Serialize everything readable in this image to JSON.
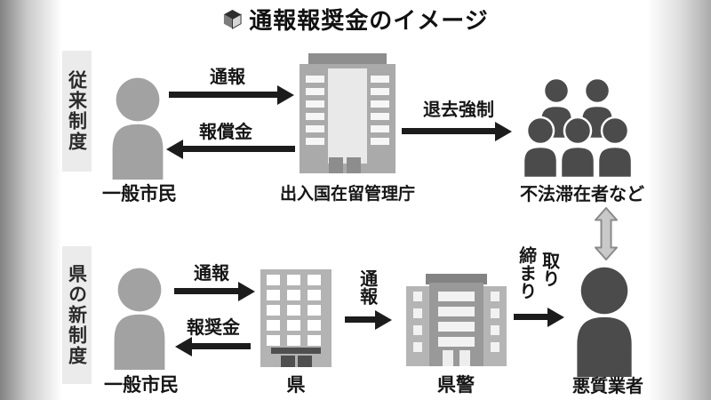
{
  "title": {
    "text": "通報報奨金のイメージ",
    "icon": "cube-icon"
  },
  "colors": {
    "figure_gray": "#a2a2a2",
    "dark_figure": "#4b4b4b",
    "arrow_black": "#1c1c1c",
    "section_bg": "#ebebeb",
    "text_dark": "#1a1a1a"
  },
  "rows": {
    "old_system": {
      "section_label": "従来制度",
      "citizen_label": "一般市民",
      "report_arrow_label": "通報",
      "reward_arrow_label": "報償金",
      "agency_label": "出入国在留管理庁",
      "deport_arrow_label": "退去強制",
      "group_label": "不法滞在者など"
    },
    "new_system": {
      "section_label": "県の新制度",
      "citizen_label": "一般市民",
      "report_arrow_label": "通報",
      "reward_arrow_label": "報奨金",
      "prefecture_label": "県",
      "police_report_arrow_label": "通報",
      "police_label": "県警",
      "crackdown_label_col1": "取り",
      "crackdown_label_col2": "締まり",
      "offender_label": "悪質業者"
    }
  },
  "icons": [
    "cube-icon",
    "citizen-icon",
    "immigration-building-icon",
    "crowd-icon",
    "prefecture-building-icon",
    "police-building-icon",
    "offender-icon",
    "double-arrow-icon"
  ]
}
